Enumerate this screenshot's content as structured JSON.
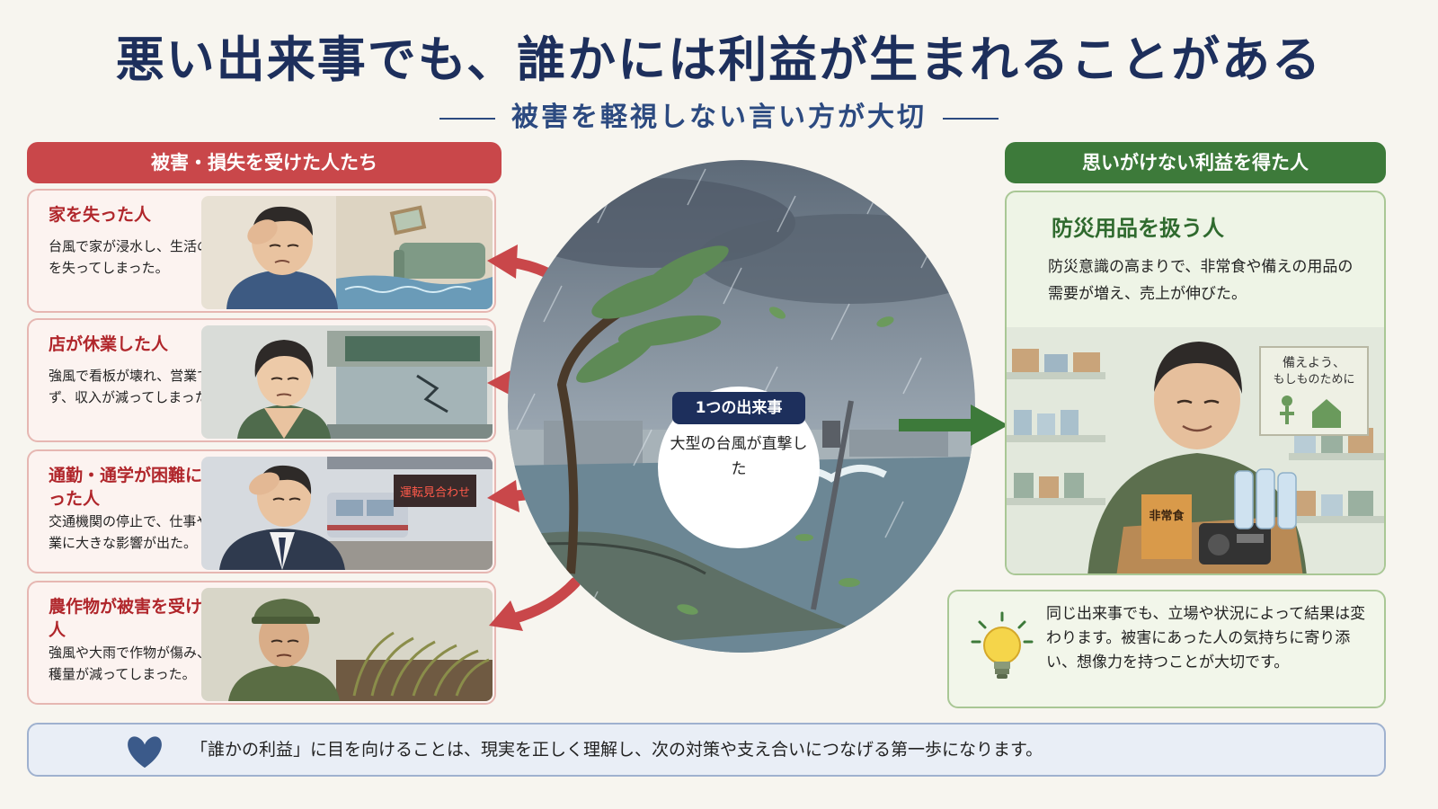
{
  "title": "悪い出来事でも、誰かには利益が生まれることがある",
  "subtitle": "被害を軽視しない言い方が大切",
  "left_section": {
    "header": "被害・損失を受けた人たち",
    "cards": [
      {
        "title": "家を失った人",
        "body": "台風で家が浸水し、生活の場を失ってしまった。"
      },
      {
        "title": "店が休業した人",
        "body": "強風で看板が壊れ、営業できず、収入が減ってしまった。"
      },
      {
        "title": "通勤・通学が困難になった人",
        "body": "交通機関の停止で、仕事や学業に大きな影響が出た。",
        "sign": "運転見合わせ"
      },
      {
        "title": "農作物が被害を受けた人",
        "body": "強風や大雨で作物が傷み、収穫量が減ってしまった。"
      }
    ]
  },
  "center": {
    "badge": "1つの出来事",
    "text": "大型の台風が直撃した"
  },
  "right_section": {
    "header": "思いがけない利益を得た人",
    "card_title": "防災用品を扱う人",
    "card_body": "防災意識の高まりで、非常食や備えの用品の需要が増え、売上が伸びた。",
    "poster_line1": "備えよう、",
    "poster_line2": "もしものために",
    "box_label": "非常食"
  },
  "insight": "同じ出来事でも、立場や状況によって結果は変わります。被害にあった人の気持ちに寄り添い、想像力を持つことが大切です。",
  "footer": "「誰かの利益」に目を向けることは、現実を正しく理解し、次の対策や支え合いにつなげる第一歩になります。",
  "colors": {
    "title": "#1d2f5c",
    "loss": "#c9474a",
    "gain": "#3d7a3a",
    "footer_heart": "#3b5a8a"
  }
}
